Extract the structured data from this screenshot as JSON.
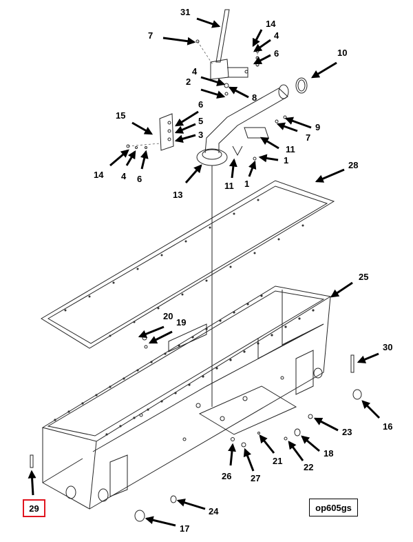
{
  "reference_code": "op605gs",
  "highlighted_callout": "29",
  "callouts": {
    "c31": "31",
    "c7a": "7",
    "c14a": "14",
    "c4a": "4",
    "c6a": "6",
    "c10": "10",
    "c4b": "4",
    "c2": "2",
    "c8": "8",
    "c6b": "6",
    "c5": "5",
    "c3": "3",
    "c15": "15",
    "c9": "9",
    "c7b": "7",
    "c11a": "11",
    "c1a": "1",
    "c14b": "14",
    "c4c": "4",
    "c6c": "6",
    "c13": "13",
    "c11b": "11",
    "c1b": "1",
    "c28": "28",
    "c25": "25",
    "c20": "20",
    "c19": "19",
    "c30": "30",
    "c16": "16",
    "c23": "23",
    "c18": "18",
    "c21": "21",
    "c22": "22",
    "c26": "26",
    "c27": "27",
    "c24": "24",
    "c17": "17"
  }
}
